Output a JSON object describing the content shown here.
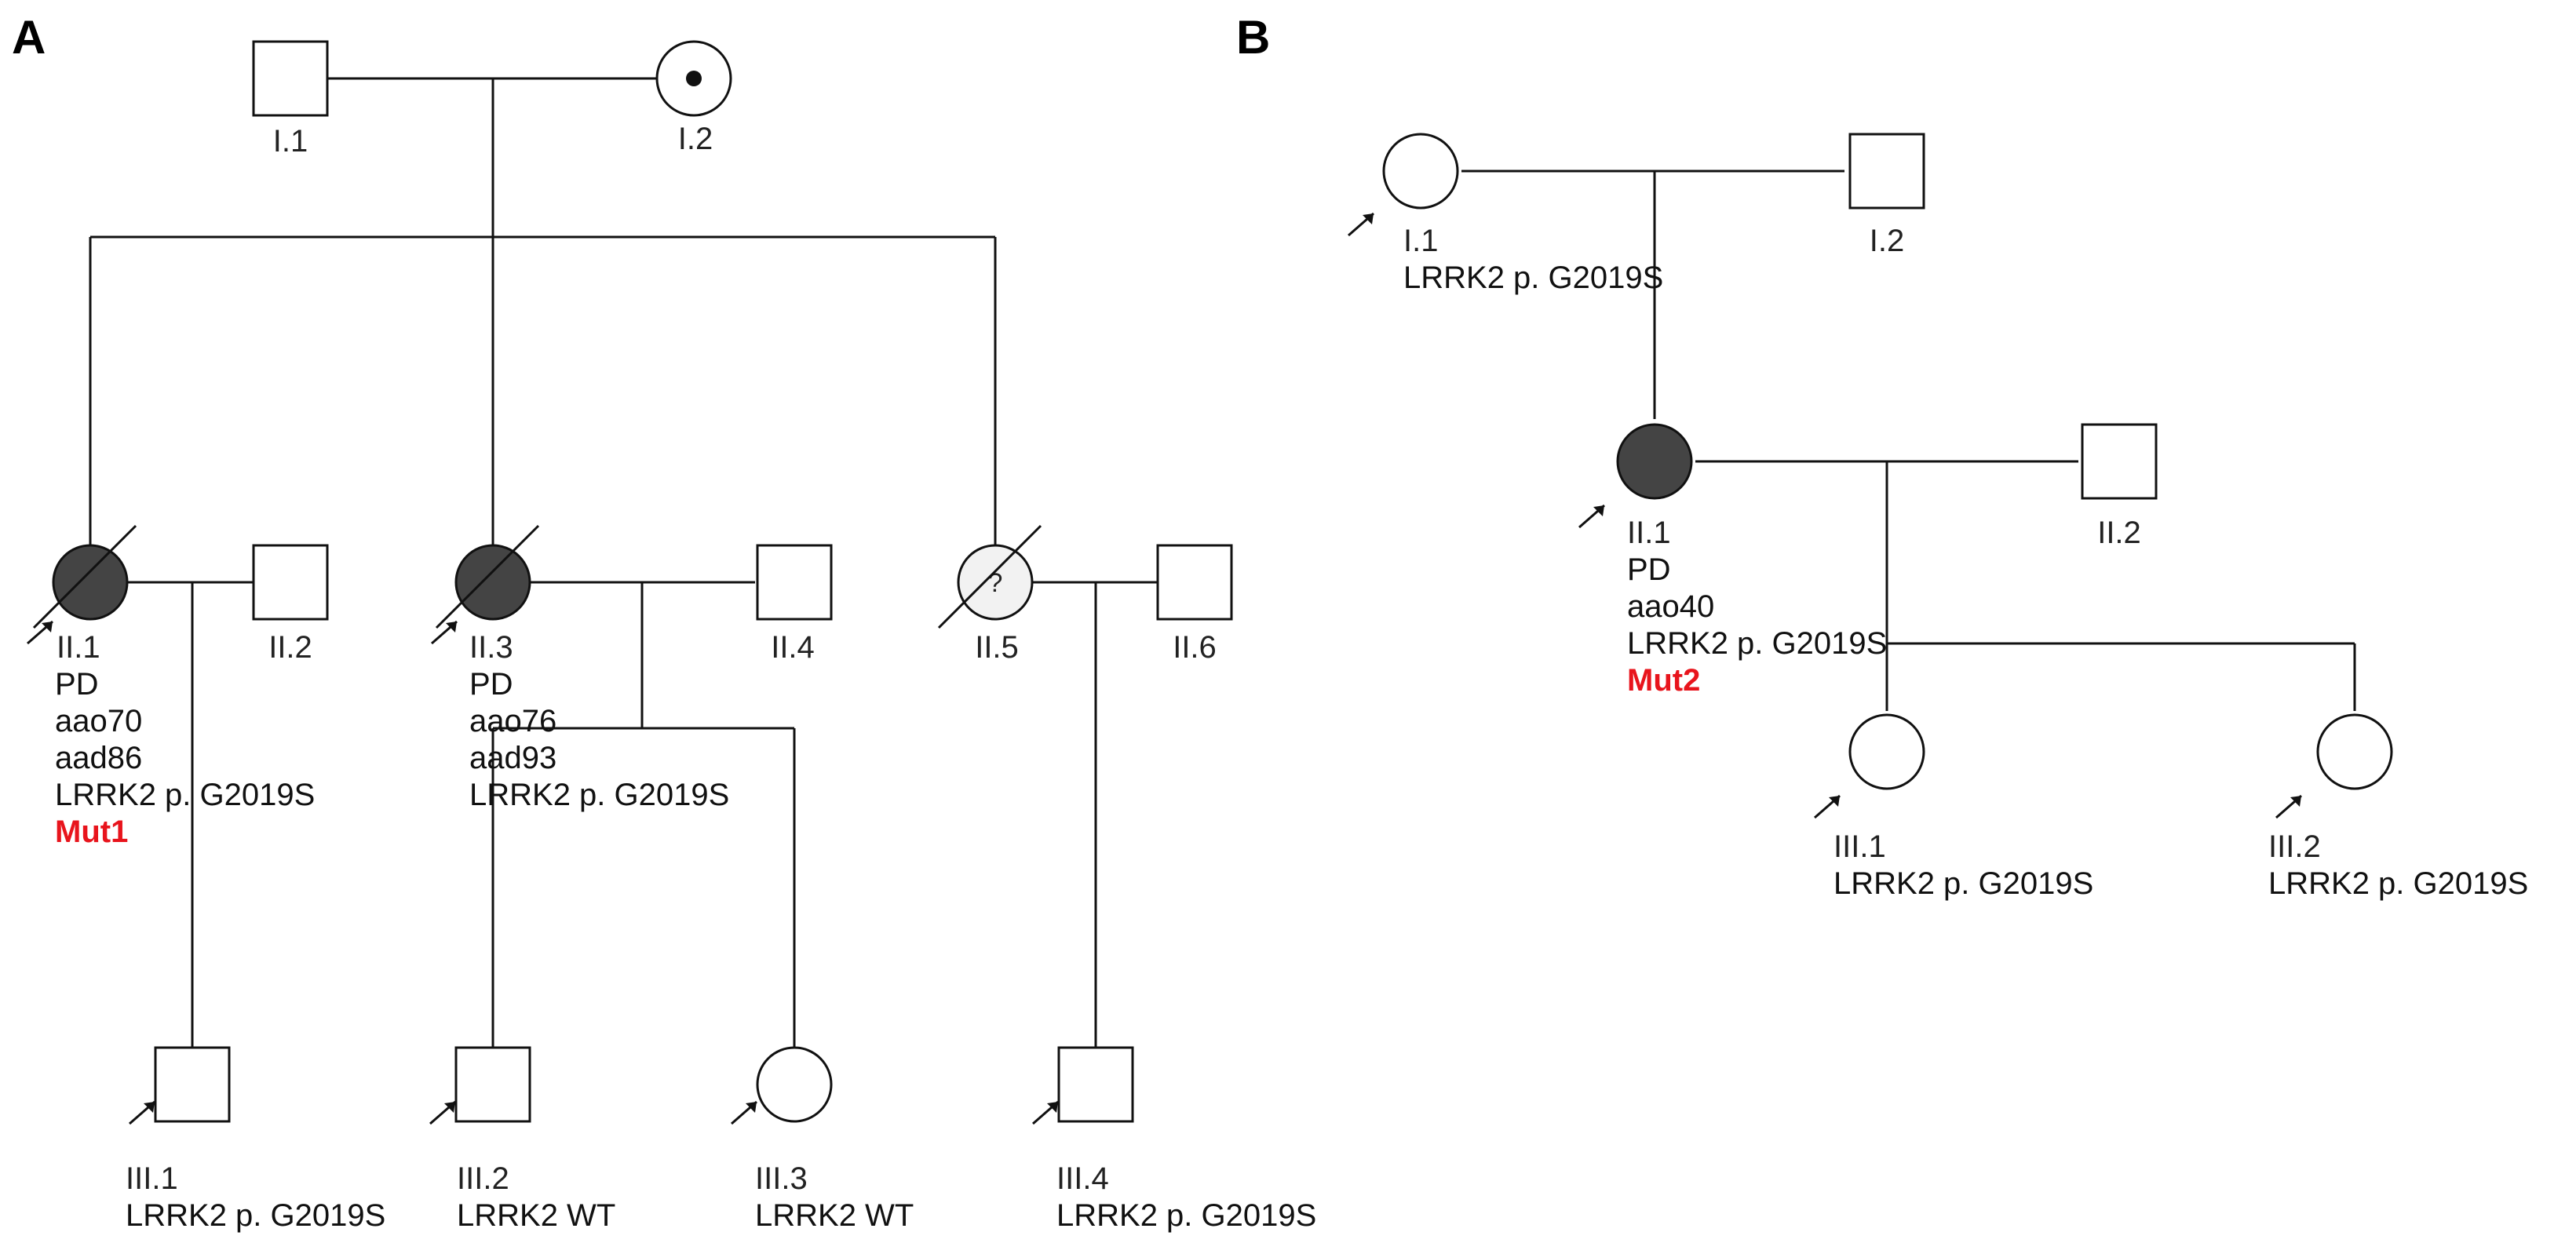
{
  "colors": {
    "affected": "#444444",
    "unknown": "#f2f2f2",
    "unaffected": "#ffffff",
    "line": "#111111",
    "mutation": "#e8141c"
  },
  "panels": {
    "A": {
      "label": "A",
      "individuals": {
        "I1": {
          "id": "I.1",
          "sex": "male",
          "status": "unaffected",
          "info": []
        },
        "I2": {
          "id": "I.2",
          "sex": "female",
          "status": "carrier",
          "info": []
        },
        "II1": {
          "id": "II.1",
          "sex": "female",
          "status": "affected",
          "deceased": true,
          "proband": true,
          "info": [
            "PD",
            "aao70",
            "aad86",
            "LRRK2 p. G2019S"
          ],
          "mutation": "Mut1"
        },
        "II2": {
          "id": "II.2",
          "sex": "male",
          "status": "unaffected",
          "info": []
        },
        "II3": {
          "id": "II.3",
          "sex": "female",
          "status": "affected",
          "deceased": true,
          "proband": true,
          "info": [
            "PD",
            "aao76",
            "aad93",
            "LRRK2 p. G2019S"
          ]
        },
        "II4": {
          "id": "II.4",
          "sex": "male",
          "status": "unaffected",
          "info": []
        },
        "II5": {
          "id": "II.5",
          "sex": "female",
          "status": "unknown",
          "deceased": true,
          "symbol_text": "?",
          "info": []
        },
        "II6": {
          "id": "II.6",
          "sex": "male",
          "status": "unaffected",
          "info": []
        },
        "III1": {
          "id": "III.1",
          "sex": "male",
          "status": "unaffected",
          "proband": true,
          "info": [
            "LRRK2 p. G2019S"
          ]
        },
        "III2": {
          "id": "III.2",
          "sex": "male",
          "status": "unaffected",
          "proband": true,
          "info": [
            "LRRK2 WT"
          ]
        },
        "III3": {
          "id": "III.3",
          "sex": "female",
          "status": "unaffected",
          "proband": true,
          "info": [
            "LRRK2 WT"
          ]
        },
        "III4": {
          "id": "III.4",
          "sex": "male",
          "status": "unaffected",
          "proband": true,
          "info": [
            "LRRK2 p. G2019S"
          ]
        }
      }
    },
    "B": {
      "label": "B",
      "individuals": {
        "I1": {
          "id": "I.1",
          "sex": "female",
          "status": "unaffected",
          "proband": true,
          "info": [
            "LRRK2 p. G2019S"
          ]
        },
        "I2": {
          "id": "I.2",
          "sex": "male",
          "status": "unaffected",
          "info": []
        },
        "II1": {
          "id": "II.1",
          "sex": "female",
          "status": "affected",
          "proband": true,
          "info": [
            "PD",
            "aao40",
            "LRRK2 p. G2019S"
          ],
          "mutation": "Mut2"
        },
        "II2": {
          "id": "II.2",
          "sex": "male",
          "status": "unaffected",
          "info": []
        },
        "III1": {
          "id": "III.1",
          "sex": "female",
          "status": "unaffected",
          "proband": true,
          "info": [
            "LRRK2 p. G2019S"
          ]
        },
        "III2": {
          "id": "III.2",
          "sex": "female",
          "status": "unaffected",
          "proband": true,
          "info": [
            "LRRK2 p. G2019S"
          ]
        }
      }
    }
  }
}
